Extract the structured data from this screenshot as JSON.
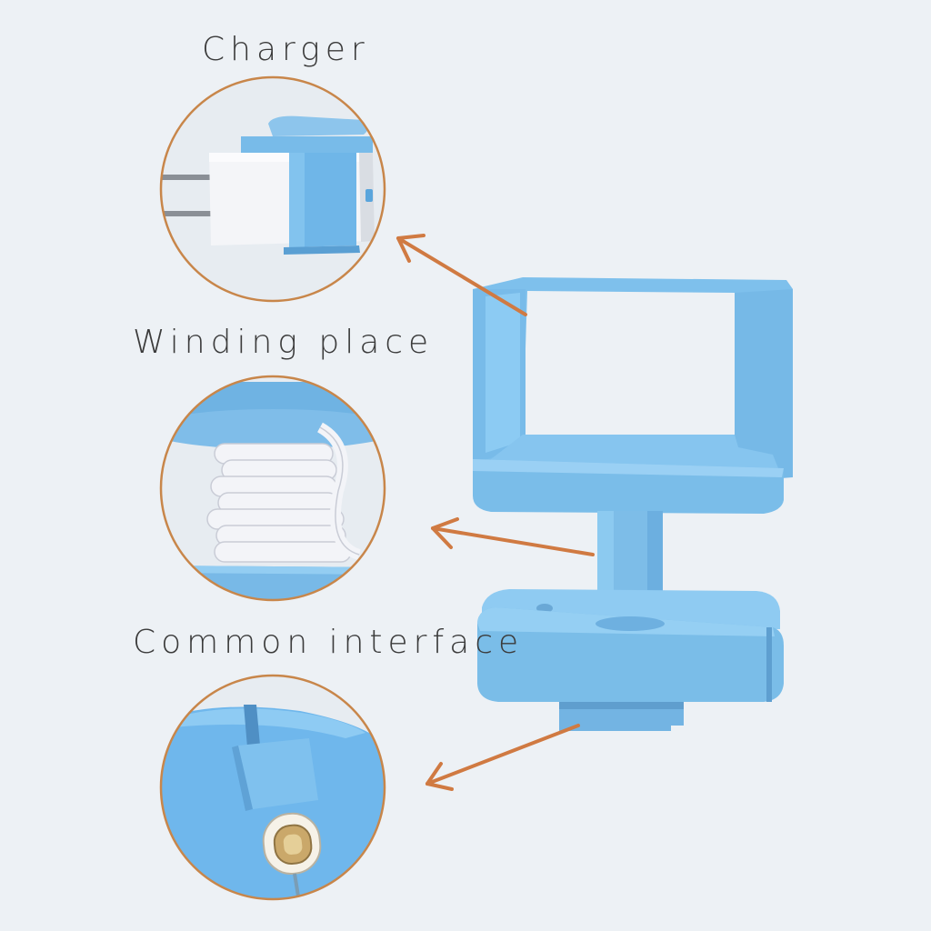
{
  "labels": {
    "charger": "Charger",
    "winding_place": "Winding place",
    "common_interface": "Common interface"
  },
  "colors": {
    "background": "#edf1f5",
    "holder_blue": "#7fbde9",
    "circle_border": "#c8864a",
    "arrow": "#d07a42",
    "cable_white": "#f3f4f8"
  },
  "icons": {
    "charger_detail": "charger-in-holder",
    "winding_detail": "wound-cable",
    "interface_detail": "usb-c-connector",
    "arrow": "pointer-arrow"
  }
}
